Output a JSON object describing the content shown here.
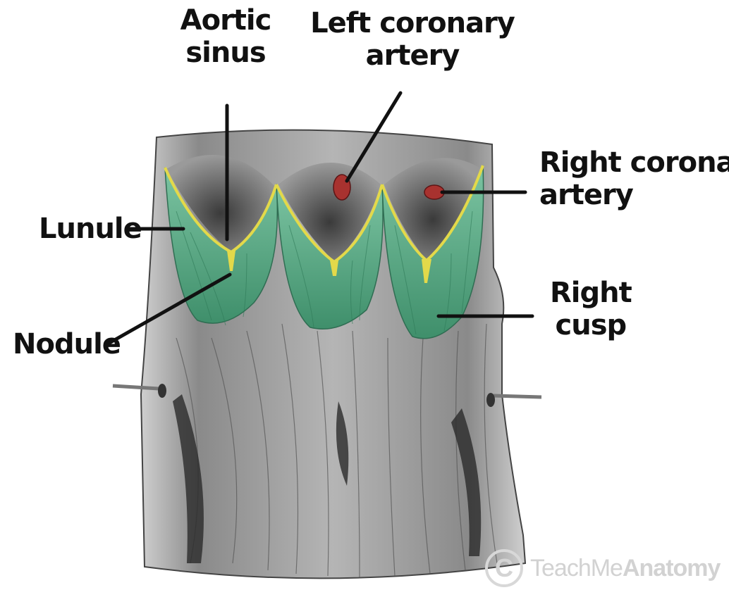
{
  "labels": {
    "aortic_sinus": [
      "Aortic",
      "sinus"
    ],
    "left_coronary_artery": [
      "Left coronary",
      "artery"
    ],
    "right_coronary_artery": [
      "Right coronary",
      "artery"
    ],
    "lunule": "Lunule",
    "nodule": "Nodule",
    "right_cusp": [
      "Right",
      "cusp"
    ]
  },
  "watermark": {
    "logo_glyph": "C",
    "brand_light": "TeachMe",
    "brand_bold": "Anatomy"
  },
  "colors": {
    "cusp_green": "#5fae8c",
    "lunule_yellow": "#e3d94a",
    "artery_red": "#a8322f",
    "leader_line": "#111111"
  }
}
